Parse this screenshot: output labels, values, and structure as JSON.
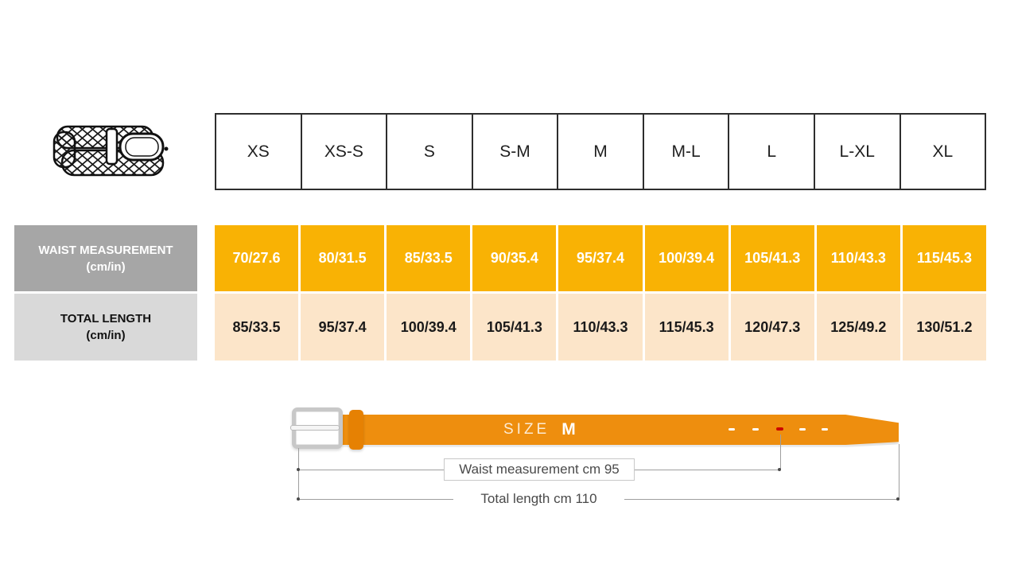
{
  "table": {
    "sizes": [
      "XS",
      "XS-S",
      "S",
      "S-M",
      "M",
      "M-L",
      "L",
      "L-XL",
      "XL"
    ],
    "rows": [
      {
        "label": "WAIST MEASUREMENT",
        "unit": "(cm/in)",
        "values": [
          "70/27.6",
          "80/31.5",
          "85/33.5",
          "90/35.4",
          "95/37.4",
          "100/39.4",
          "105/41.3",
          "110/43.3",
          "115/45.3"
        ]
      },
      {
        "label": "TOTAL LENGTH",
        "unit": "(cm/in)",
        "values": [
          "85/33.5",
          "95/37.4",
          "100/39.4",
          "105/41.3",
          "110/43.3",
          "115/45.3",
          "120/47.3",
          "125/49.2",
          "130/51.2"
        ]
      }
    ]
  },
  "diagram": {
    "size_label": "SIZE",
    "size_value": "M",
    "waist_annotation": "Waist measurement cm 95",
    "length_annotation": "Total length cm 110"
  },
  "icons": {
    "belt_illustration": "braided-belt-icon",
    "buckle": "belt-buckle-icon"
  },
  "colors": {
    "gold": "#F9B204",
    "peach": "#FCE5C9",
    "gray_dark": "#A6A6A6",
    "gray_light": "#D9D9D9",
    "orange": "#EE8E0E",
    "orange_dark": "#E68103",
    "red": "#CC0500",
    "border_dark": "#2e2e2e",
    "line": "#9e9e9e",
    "text_dark": "#1f1f1f",
    "ann_text": "#4a4a4a"
  }
}
